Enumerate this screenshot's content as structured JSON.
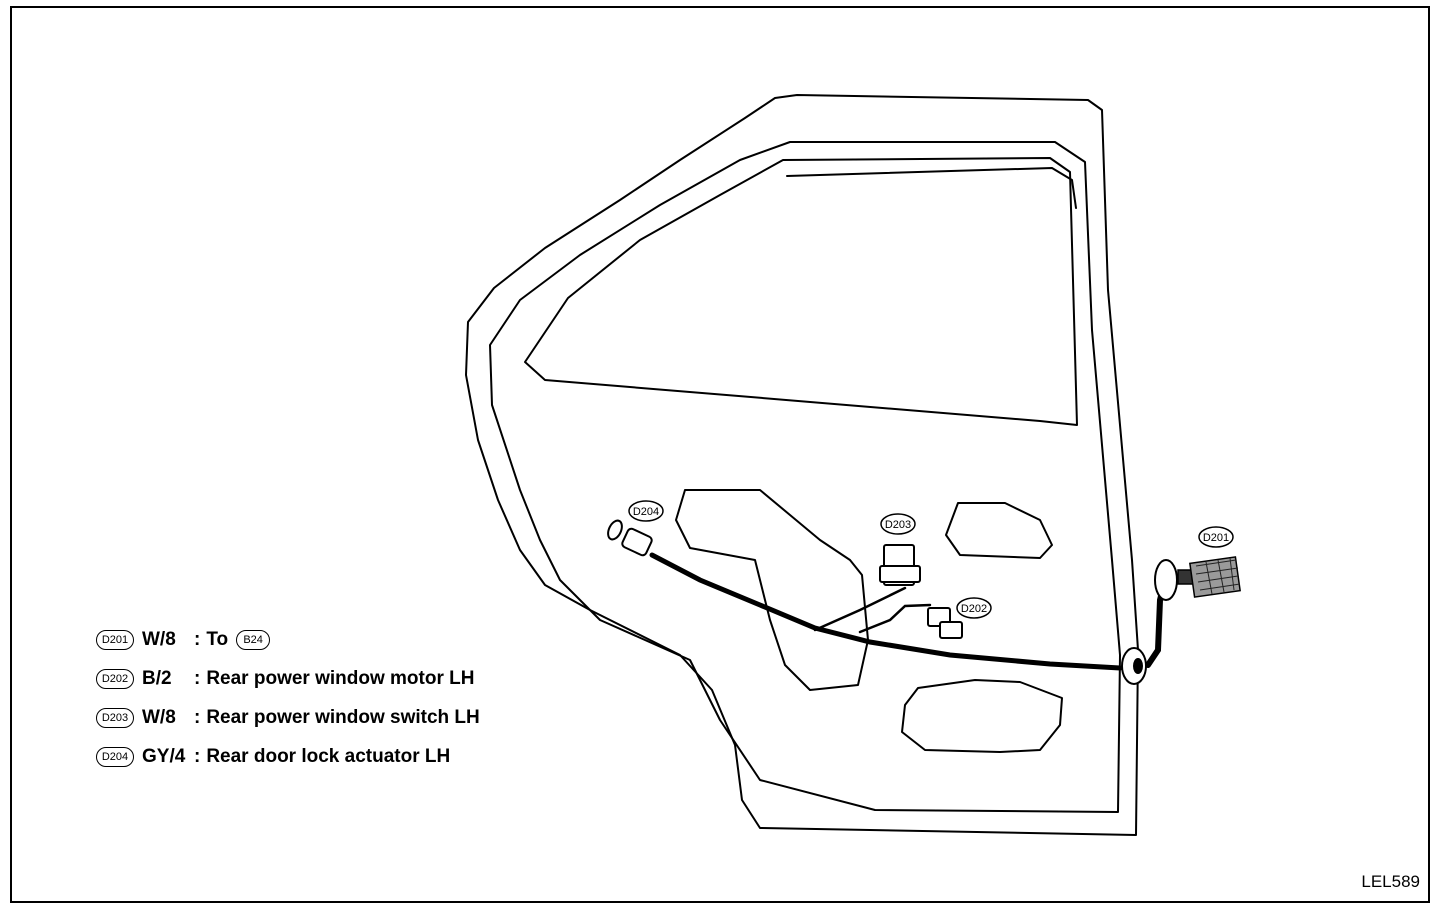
{
  "connectors": [
    {
      "id": "D201",
      "code": "W/8",
      "description": "To",
      "ref": "B24"
    },
    {
      "id": "D202",
      "code": "B/2",
      "description": "Rear power window motor LH"
    },
    {
      "id": "D203",
      "code": "W/8",
      "description": "Rear power window switch LH"
    },
    {
      "id": "D204",
      "code": "GY/4",
      "description": "Rear door lock actuator LH"
    }
  ],
  "legend_separator": ":",
  "figure_id": "LEL589"
}
